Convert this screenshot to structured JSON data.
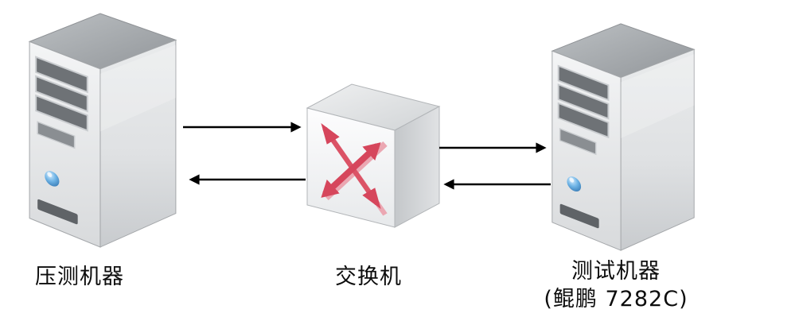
{
  "diagram": {
    "background": "#ffffff",
    "nodes": [
      {
        "id": "left-server",
        "type": "server",
        "icon": "server-tower-icon",
        "label": "压测机器"
      },
      {
        "id": "switch",
        "type": "switch",
        "icon": "network-switch-icon",
        "label": "交换机"
      },
      {
        "id": "right-server",
        "type": "server",
        "icon": "server-tower-icon",
        "label": "测试机器",
        "sublabel": "(鲲鹏 7282C)"
      }
    ],
    "connections": [
      {
        "from": "left-server",
        "to": "switch",
        "direction": "right"
      },
      {
        "from": "switch",
        "to": "left-server",
        "direction": "left"
      },
      {
        "from": "switch",
        "to": "right-server",
        "direction": "right"
      },
      {
        "from": "right-server",
        "to": "switch",
        "direction": "left"
      }
    ],
    "colors": {
      "connection_arrow": "#000000",
      "switch_cross_arrow": "#d6465c",
      "server_body": "#dcdee0",
      "server_button": "#2f7fc2",
      "label_text": "#0d0d0d"
    }
  }
}
